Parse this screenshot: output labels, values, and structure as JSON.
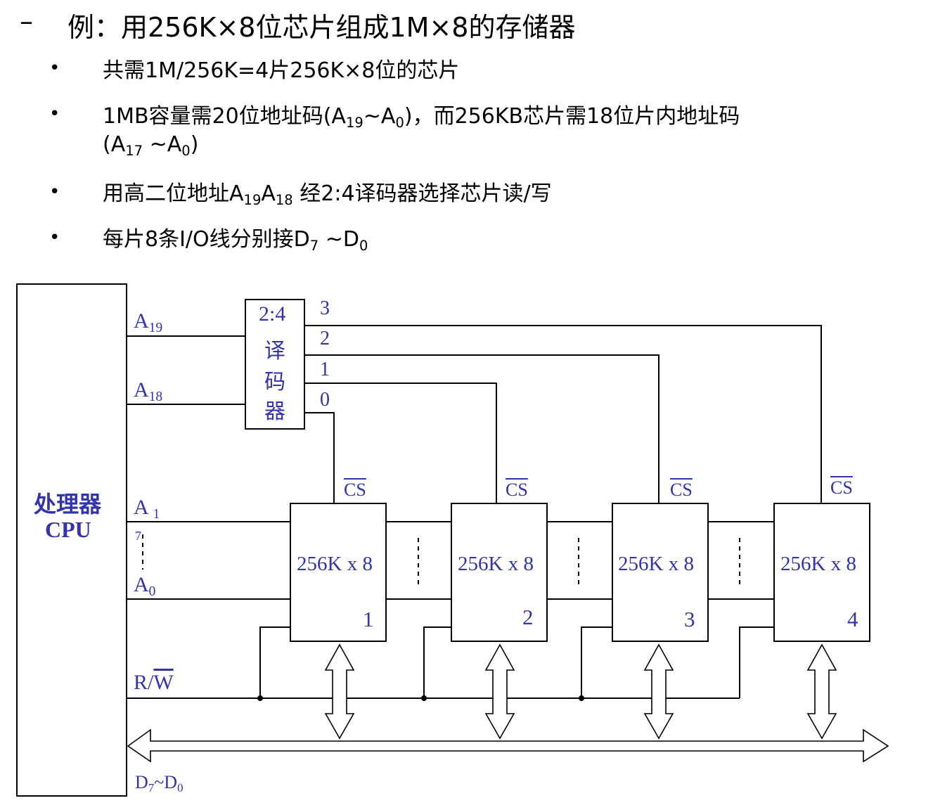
{
  "slide": {
    "dash": "–",
    "title": "例：用256K×8位芯片组成1M×8的存储器",
    "bullets": [
      {
        "text": "共需1M/256K=4片256K×8位的芯片"
      },
      {
        "line1_a": "1MB容量需20位地址码(A",
        "line1_sub1": "19",
        "line1_b": "~A",
        "line1_sub2": "0",
        "line1_c": ")，而256KB芯片需18位片内地址码",
        "line2_a": "(A",
        "line2_sub1": "17",
        "line2_b": " ~A",
        "line2_sub2": "0",
        "line2_c": ")"
      },
      {
        "a": "用高二位地址A",
        "sub1": "19",
        "b": "A",
        "sub2": "18",
        "c": " 经2:4译码器选择芯片读/写"
      },
      {
        "a": "每片8条I/O线分别接D",
        "sub1": "7",
        "b": " ~D",
        "sub2": "0"
      }
    ],
    "bullet_char": "•"
  },
  "diagram": {
    "cpu_label_1": "处理器",
    "cpu_label_2": "CPU",
    "decoder_lines": [
      "2:4",
      "译",
      "码",
      "器"
    ],
    "decoder_outputs": [
      "3",
      "2",
      "1",
      "0"
    ],
    "addr_a19": "A",
    "addr_a19_sub": "19",
    "addr_a18": "A",
    "addr_a18_sub": "18",
    "addr_a17": "A",
    "addr_a17_sub": "1",
    "addr_a17_sub2": "7",
    "addr_a0": "A",
    "addr_a0_sub": "0",
    "rw_label": "R/",
    "rw_bar": "W",
    "data_label": "D",
    "data_sub1": "7",
    "data_mid": "~D",
    "data_sub2": "0",
    "cs_label": "CS",
    "chips": [
      {
        "label": "256K x 8",
        "num": "1"
      },
      {
        "label": "256K x 8",
        "num": "2"
      },
      {
        "label": "256K x 8",
        "num": "3"
      },
      {
        "label": "256K x 8",
        "num": "4"
      }
    ],
    "colors": {
      "label": "#3333aa",
      "line": "#000000"
    }
  }
}
